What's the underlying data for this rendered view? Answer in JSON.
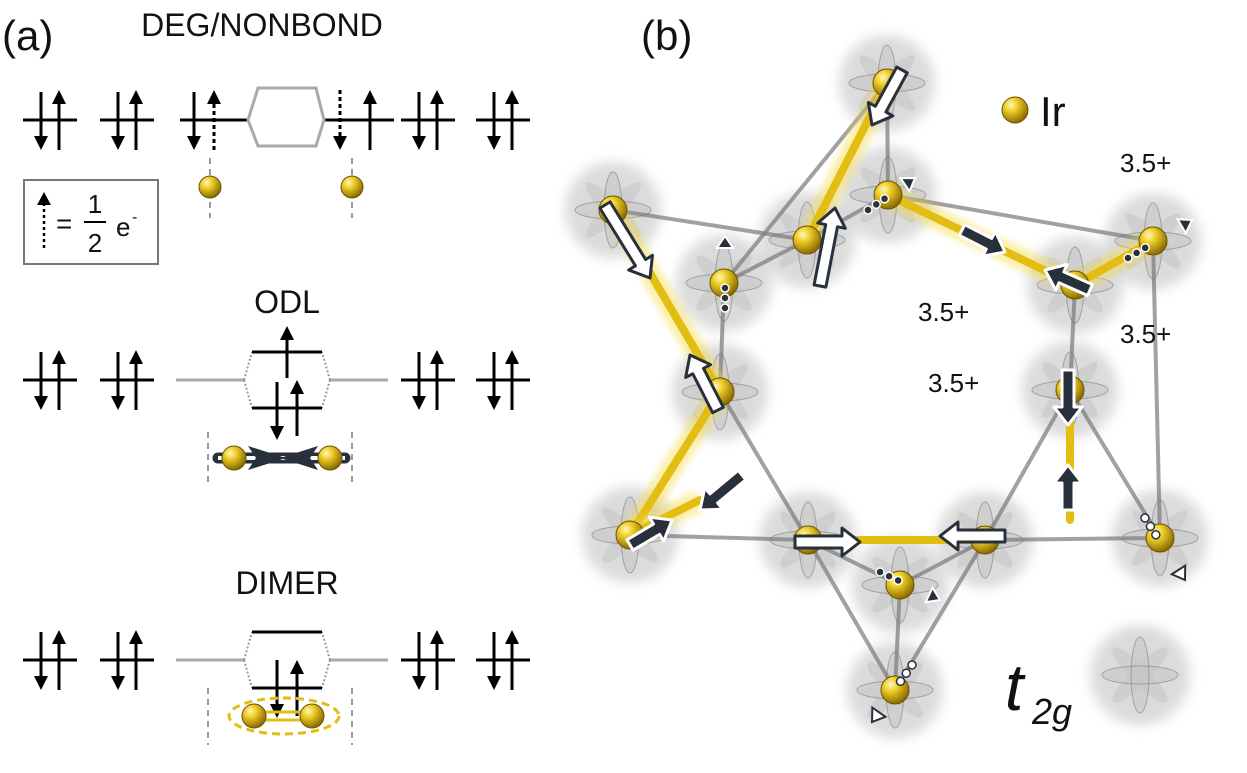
{
  "panel_a": {
    "label": "(a)",
    "deg_title": "DEG/NONBOND",
    "odl_title": "ODL",
    "dimer_title": "DIMER",
    "legend": {
      "eq": "=",
      "num": "1",
      "den": "2",
      "electron": "e",
      "sup": "-"
    }
  },
  "panel_b": {
    "label": "(b)",
    "ir_label": "Ir",
    "charges": [
      "3.5+",
      "3.5+",
      "3.5+",
      "3.5+"
    ],
    "t2g_main": "t",
    "t2g_sub": "2g"
  },
  "colors": {
    "gold": "#e2bd12",
    "gold_light": "#f6dd4b",
    "dark_navy": "#28303c",
    "bond_gray": "#8a8a8a",
    "orbital_gray": "#b8b8b8"
  }
}
